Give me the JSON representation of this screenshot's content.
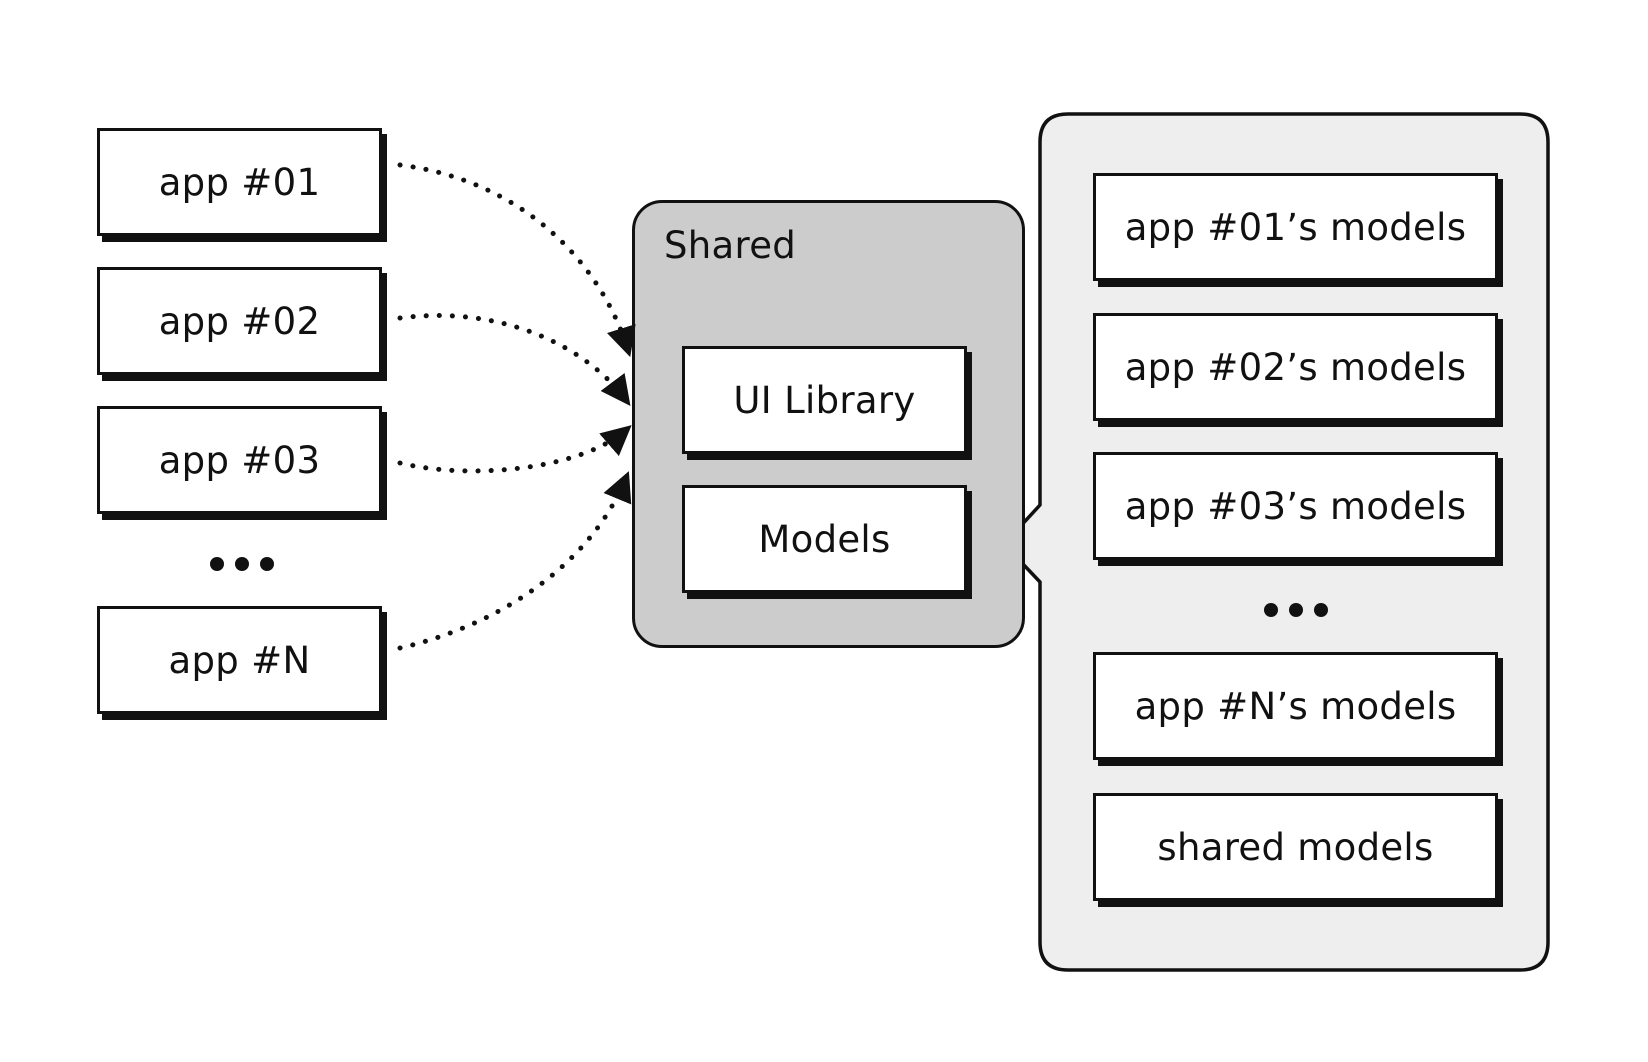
{
  "apps": {
    "app_01": "app #01",
    "app_02": "app #02",
    "app_03": "app #03",
    "app_n": "app #N"
  },
  "shared": {
    "title": "Shared",
    "ui_library": "UI Library",
    "models": "Models"
  },
  "models_panel": {
    "app_01_models": "app #01’s models",
    "app_02_models": "app #02’s models",
    "app_03_models": "app #03’s models",
    "app_n_models": "app #N’s models",
    "shared_models": "shared models"
  },
  "colors": {
    "stroke": "#111111",
    "shared_fill": "#cccccc",
    "models_panel_fill": "#eeeeee",
    "box_fill": "#ffffff"
  },
  "icons": {
    "ellipsis": "three-dots",
    "arrow_head": "filled-triangle"
  }
}
